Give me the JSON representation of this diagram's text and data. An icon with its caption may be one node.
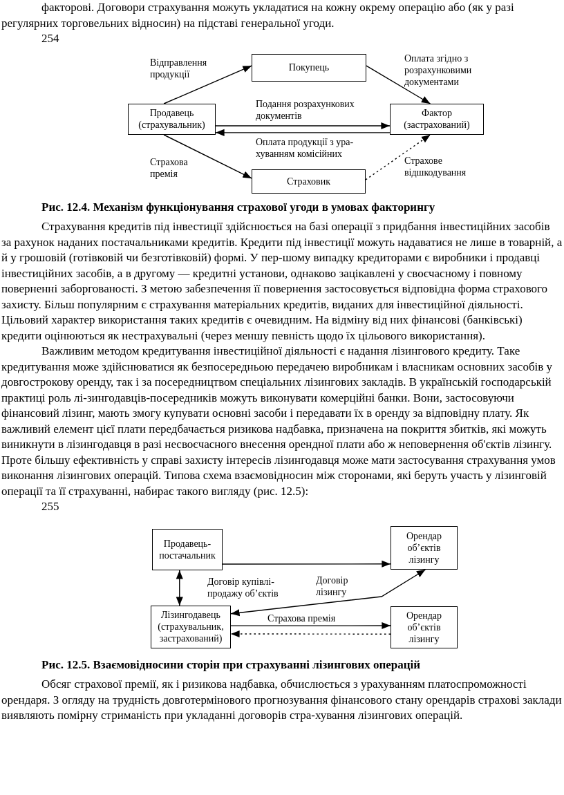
{
  "diagram": {
    "nodes": [
      {
        "text": [
          "Продавець (страхувальник)"
        ]
      },
      {
        "text": [
          "Покупець"
        ]
      },
      {
        "text": [
          "Фактор (застрахований)"
        ]
      },
      {
        "text": [
          "Страховик"
        ]
      },
      {
        "text": [
          "Продавець-постачальник"
        ]
      },
      {
        "text": [
          "Орендар об’єктів лізингу"
        ]
      },
      {
        "text": [
          "Лізингодавець (страхувальник, застрахований)"
        ]
      },
      {
        "text": [
          "Орендар об’єктів лізингу"
        ]
      }
    ],
    "edges": [
      {
        "from": 0,
        "to": 1,
        "arrow": "to",
        "label": "Відправлення продукції"
      },
      {
        "from": 1,
        "to": 2,
        "arrow": "to",
        "label": "Оплата згідно з розрахунковими документами"
      },
      {
        "from": 0,
        "to": 2,
        "arrow": "to",
        "label": "Подання розрахункових документів"
      },
      {
        "from": 2,
        "to": 0,
        "arrow": "to",
        "label": "Оплата продукції з ура-хуванням комісійних"
      },
      {
        "from": 0,
        "to": 3,
        "arrow": "to",
        "label": "Страхова премія"
      },
      {
        "from": 3,
        "to": 2,
        "arrow": "to",
        "style": "dashed",
        "label": "Страхове відшкодування"
      },
      {
        "from": 4,
        "to": 5,
        "arrow": "to"
      },
      {
        "from": 4,
        "to": 6,
        "arrow": "both",
        "label": "Договір купівлі-продажу об’єктів"
      },
      {
        "from": 6,
        "to": 5,
        "arrow": "both",
        "label": "Договір лізингу"
      },
      {
        "from": 6,
        "to": 7,
        "arrow": "to",
        "label": "Страхова премія"
      },
      {
        "from": 7,
        "to": 6,
        "arrow": "to",
        "style": "dashed"
      }
    ],
    "labels": [
      "факторові. Договори страхування можуть укладатися на кожну окрему операцію або (як у разі регулярних торговельних відносин) на підставі генеральної угоди.",
      "254",
      "Рис. 12.4. Механізм функціонування страхової угоди в умовах факторингу",
      "Страхування кредитів під інвестиції здійснюється на базі операції з придбання інвестиційних засобів за рахунок наданих постачальниками кредитів. Кредити під інвестиції можуть надаватися не лише в товарній, а й у грошовій (готівковій чи безготівковій) формі. У пер-шому випадку кредиторами є виробники і продавці інвестиційних засобів, а в другому — кредитні установи, однаково зацікавлені у своєчасному і повному поверненні заборгованості. З метою забезпечення її повернення застосовується відповідна форма страхового захисту. Більш популярним є страхування матеріальних кредитів, виданих для інвестиційної діяльності. Цільовий характер використання таких кредитів є очевидним. На відміну від них фінансові (банківські) кредити оцінюються як нестрахувальні (через меншу певність щодо їх цільового використання).",
      "Важливим методом кредитування інвестиційної діяльності є надання лізингового кредиту. Таке кредитування може здійснюватися як безпосередньою передачею виробникам і власникам основних засобів у довгострокову оренду, так і за посередництвом спеціальних лізингових закладів. В українській господарській практиці роль лі-зингодавців-посередників можуть виконувати комерційні банки. Вони, застосовуючи фінансовий лізинг, мають змогу купувати основні засоби і передавати їх в оренду за відповідну плату. Як важливий елемент цієї плати передбачається ризикова надбавка, призначена на покриття збитків, які можуть виникнути в лізингодавця в разі несвоєчасного внесення орендної плати або ж неповернення об'єктів лізингу. Проте більшу ефективність у справі захисту інтересів лізингодавця може мати застосування страхування умов виконання лізингових операцій. Типова схема взаємовідносин між сторонами, які беруть участь у лізинговій операції та її страхуванні, набирає такого вигляду (рис. 12.5):",
      "255",
      "Рис. 12.5. Взаємовідносини сторін при страхуванні лізингових операцій",
      "Обсяг страхової премії, як і ризикова надбавка, обчислюється з урахуванням платоспроможності орендаря. З огляду на трудність довготермінового прогнозування фінансового стану орендарів страхові заклади виявляють помірну стриманість при укладанні договорів стра-хування лізингових операцій."
    ]
  }
}
